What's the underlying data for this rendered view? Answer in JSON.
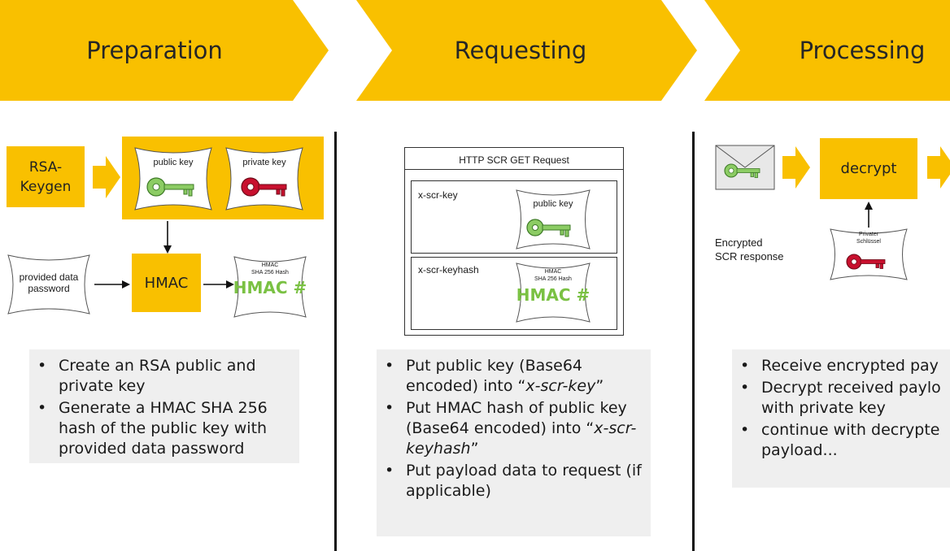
{
  "phases": [
    {
      "title": "Preparation"
    },
    {
      "title": "Requesting"
    },
    {
      "title": "Processing"
    }
  ],
  "preparation": {
    "rsa_keygen": "RSA-\nKeygen",
    "public_key": "public key",
    "private_key": "private key",
    "provided_password": "provided data\npassword",
    "hmac": "HMAC",
    "hmac_hash_caption": "HMAC\nSHA 256 Hash",
    "hmac_hash_big": "HMAC #",
    "bullets": [
      "Create an RSA public and private key",
      "Generate a HMAC SHA 256 hash of the public key with provided data password"
    ]
  },
  "requesting": {
    "request_title": "HTTP SCR GET Request",
    "header1": "x-scr-key",
    "header1_value": "public key",
    "header2": "x-scr-keyhash",
    "header2_caption": "HMAC\nSHA 256 Hash",
    "header2_big": "HMAC #",
    "bullets": [
      {
        "pre": "Put public key (Base64 encoded) into “",
        "em": "x-scr-key",
        "post": "”"
      },
      {
        "pre": "Put HMAC hash of public key (Base64 encoded) into “",
        "em": "x-scr-keyhash",
        "post": "”"
      },
      {
        "pre": "Put payload data to request (if applicable)",
        "em": "",
        "post": ""
      }
    ]
  },
  "processing": {
    "decrypt": "decrypt",
    "encrypted_response": "Encrypted\nSCR response",
    "private_key_de": "Privater\nSchlüssel",
    "bullets": [
      "Receive encrypted pay",
      "Decrypt received paylo with private key",
      "continue with decrypte payload..."
    ]
  },
  "colors": {
    "yellow": "#f9c000",
    "key_green": "#8ccc64",
    "key_red": "#c8102e",
    "hmac_green": "#7ac143"
  }
}
